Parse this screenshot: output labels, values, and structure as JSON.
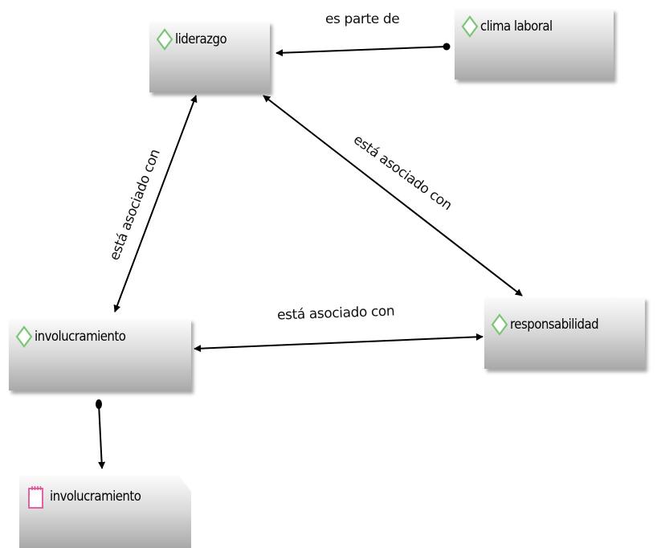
{
  "nodes": {
    "liderazgo": "liderazgo",
    "clima_laboral": "clima laboral",
    "involucramiento": "involucramiento",
    "responsabilidad": "responsabilidad",
    "involucramiento_doc": "involucramiento"
  },
  "edges": {
    "clima_to_liderazgo": "es parte de",
    "liderazgo_involucramiento": "está asociado con",
    "liderazgo_responsabilidad": "está asociado con",
    "involucramiento_responsabilidad": "está asociado con"
  },
  "colors": {
    "concept_icon": "#7cc576",
    "resource_icon": "#e0529c",
    "edge": "#000000"
  },
  "icons": {
    "concept": "diamond-icon",
    "resource": "document-icon"
  }
}
